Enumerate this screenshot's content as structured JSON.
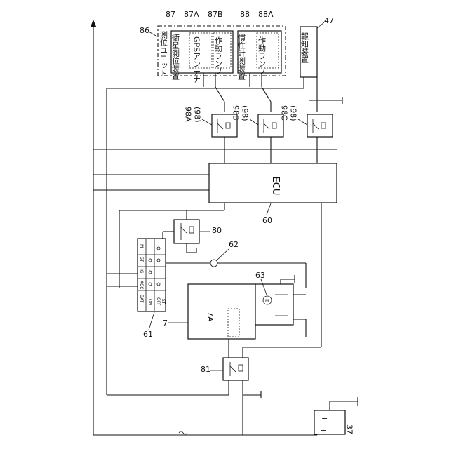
{
  "labels": {
    "positioning_unit": "測位ユニット",
    "satellite_positioning_device": "衛星測位装置",
    "gps_antenna": "GPSアンテナ",
    "operation_lamp_a": "作動ランプ",
    "inertial_measurement_device": "慣性計測装置",
    "operation_lamp_b": "作動ランプ",
    "notification_device": "報知装置",
    "ecu": "ECU",
    "unit_7a": "7A"
  },
  "reference_numerals": {
    "r86": "86",
    "r87": "87",
    "r87a": "87A",
    "r87b": "87B",
    "r88": "88",
    "r88a": "88A",
    "r47": "47",
    "r98a": "98A",
    "r98a_sub": "(98)",
    "r98b": "98B",
    "r98b_sub": "(98)",
    "r98c": "98C",
    "r98c_sub": "(98)",
    "r80": "80",
    "r62": "62",
    "r60": "60",
    "r63": "63",
    "r7": "7",
    "r61": "61",
    "r81": "81",
    "r37": "37"
  },
  "key_switch_table": {
    "rows": [
      "OFF",
      "ON",
      "ST"
    ],
    "columns": [
      "BAT",
      "ACC",
      "IG",
      "ST",
      "M"
    ]
  },
  "battery_terminals": {
    "plus": "+",
    "minus": "−"
  }
}
